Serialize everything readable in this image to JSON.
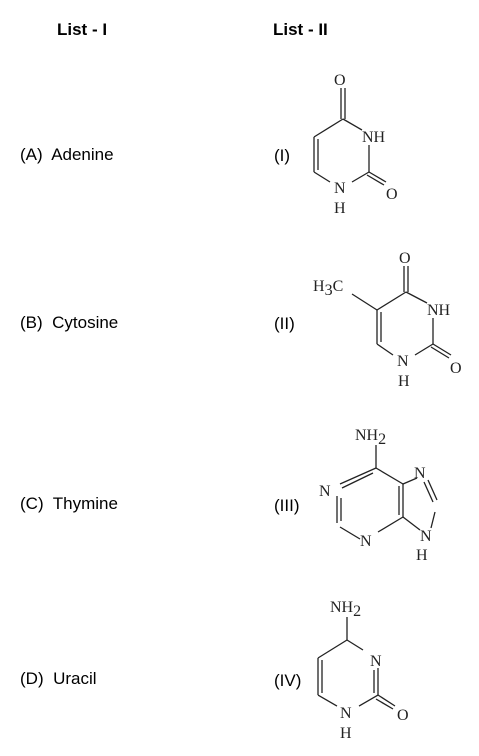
{
  "headers": {
    "list1": "List - I",
    "list2": "List - II"
  },
  "list1": [
    {
      "key": "(A)",
      "name": "Adenine"
    },
    {
      "key": "(B)",
      "name": "Cytosine"
    },
    {
      "key": "(C)",
      "name": "Thymine"
    },
    {
      "key": "(D)",
      "name": "Uracil"
    }
  ],
  "list2": [
    {
      "key": "(I)",
      "atoms": {
        "o_top": "O",
        "nh": "NH",
        "n_bottom": "N",
        "h": "H",
        "o_right": "O"
      }
    },
    {
      "key": "(II)",
      "atoms": {
        "h3c_h": "H",
        "h3c_3": "3",
        "h3c_c": "C",
        "o_top": "O",
        "nh": "NH",
        "n_bottom": "N",
        "h": "H",
        "o_right": "O"
      }
    },
    {
      "key": "(III)",
      "atoms": {
        "nh2_nh": "NH",
        "nh2_2": "2",
        "n_left": "N",
        "n_bottom": "N",
        "n_right_top": "N",
        "n_right": "N",
        "h": "H"
      }
    },
    {
      "key": "(IV)",
      "atoms": {
        "nh2_nh": "NH",
        "nh2_2": "2",
        "n_right": "N",
        "n_bottom": "N",
        "h": "H",
        "o_right": "O"
      }
    }
  ]
}
